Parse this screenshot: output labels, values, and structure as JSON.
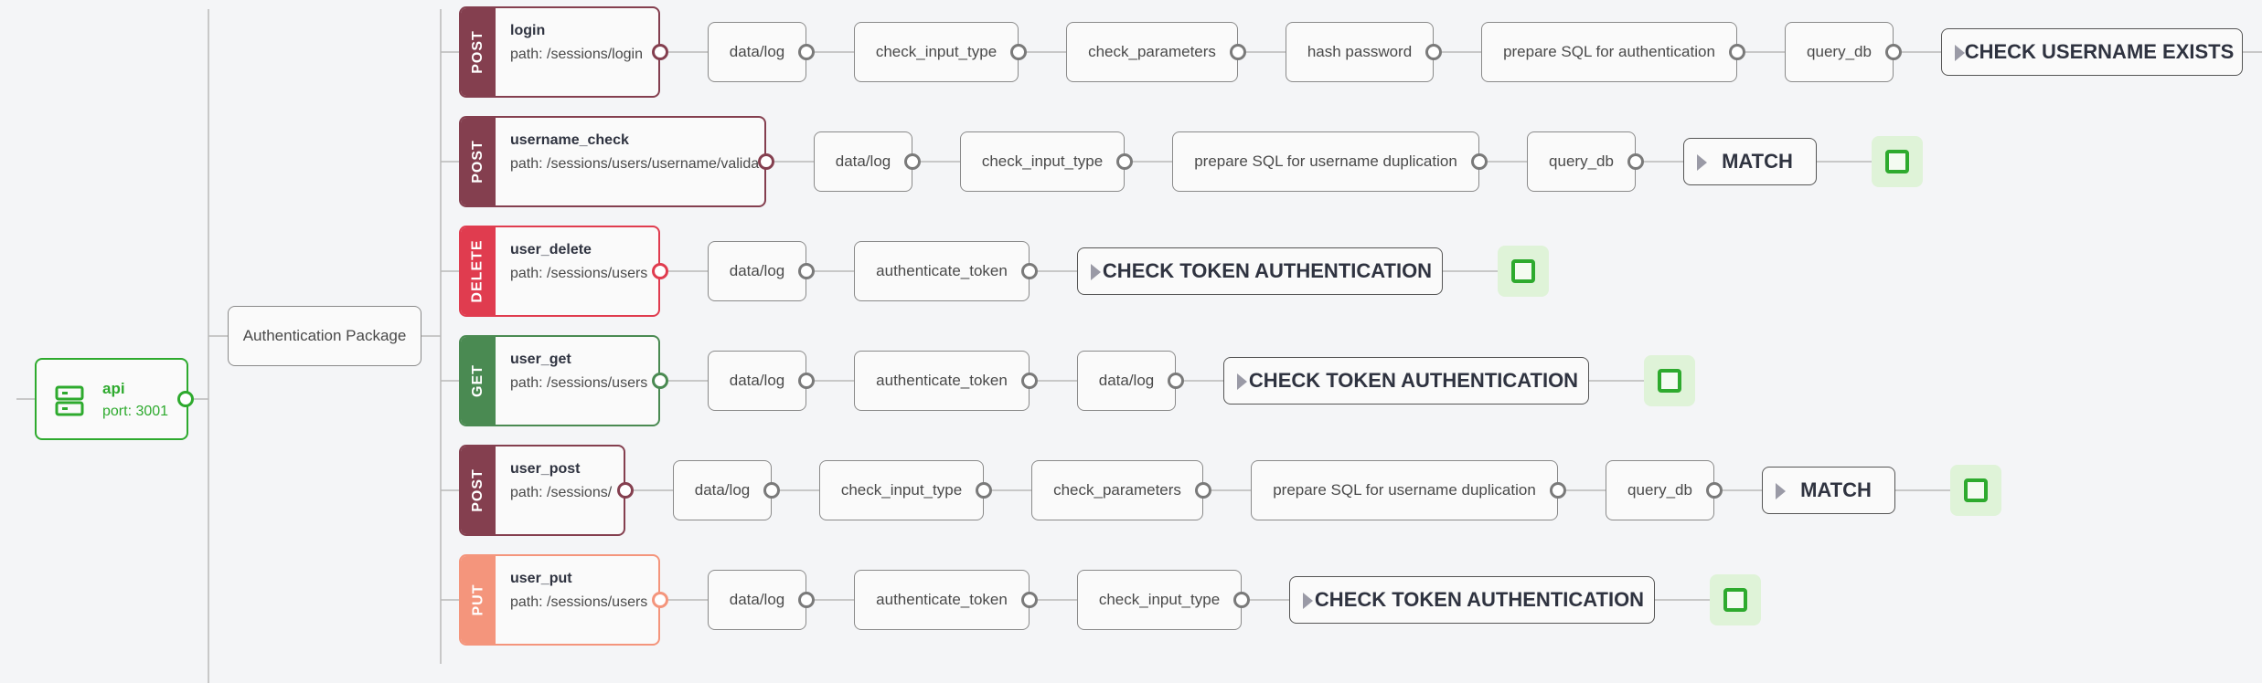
{
  "api": {
    "name": "api",
    "port_label": "port: 3001",
    "color": "#2eaa2e",
    "icon": "server-icon"
  },
  "package": {
    "label": "Authentication Package"
  },
  "colors": {
    "POST": "#843f4f",
    "DELETE": "#e03c4f",
    "GET": "#4a8a52",
    "PUT": "#f4957c",
    "connector": "#7a7a7a",
    "end": "#2eaa2e",
    "end_bg": "#dff3d8"
  },
  "routes": [
    {
      "method": "POST",
      "name": "login",
      "path": "path: /sessions/login",
      "steps": [
        "data/log",
        "check_input_type",
        "check_parameters",
        "hash password",
        "prepare SQL for authentication",
        "query_db"
      ],
      "gate": "CHECK USERNAME EXISTS",
      "end": false
    },
    {
      "method": "POST",
      "name": "username_check",
      "path": "path: /sessions/users/username/validate",
      "steps": [
        "data/log",
        "check_input_type",
        "prepare SQL for username duplication",
        "query_db"
      ],
      "gate": "MATCH",
      "end": true
    },
    {
      "method": "DELETE",
      "name": "user_delete",
      "path": "path: /sessions/users",
      "steps": [
        "data/log",
        "authenticate_token"
      ],
      "gate": "CHECK TOKEN AUTHENTICATION",
      "end": true
    },
    {
      "method": "GET",
      "name": "user_get",
      "path": "path: /sessions/users",
      "steps": [
        "data/log",
        "authenticate_token",
        "data/log"
      ],
      "gate": "CHECK TOKEN AUTHENTICATION",
      "end": true
    },
    {
      "method": "POST",
      "name": "user_post",
      "path": "path: /sessions/",
      "steps": [
        "data/log",
        "check_input_type",
        "check_parameters",
        "prepare SQL for username duplication",
        "query_db"
      ],
      "gate": "MATCH",
      "end": true
    },
    {
      "method": "PUT",
      "name": "user_put",
      "path": "path: /sessions/users",
      "steps": [
        "data/log",
        "authenticate_token",
        "check_input_type"
      ],
      "gate": "CHECK TOKEN AUTHENTICATION",
      "end": true
    }
  ]
}
